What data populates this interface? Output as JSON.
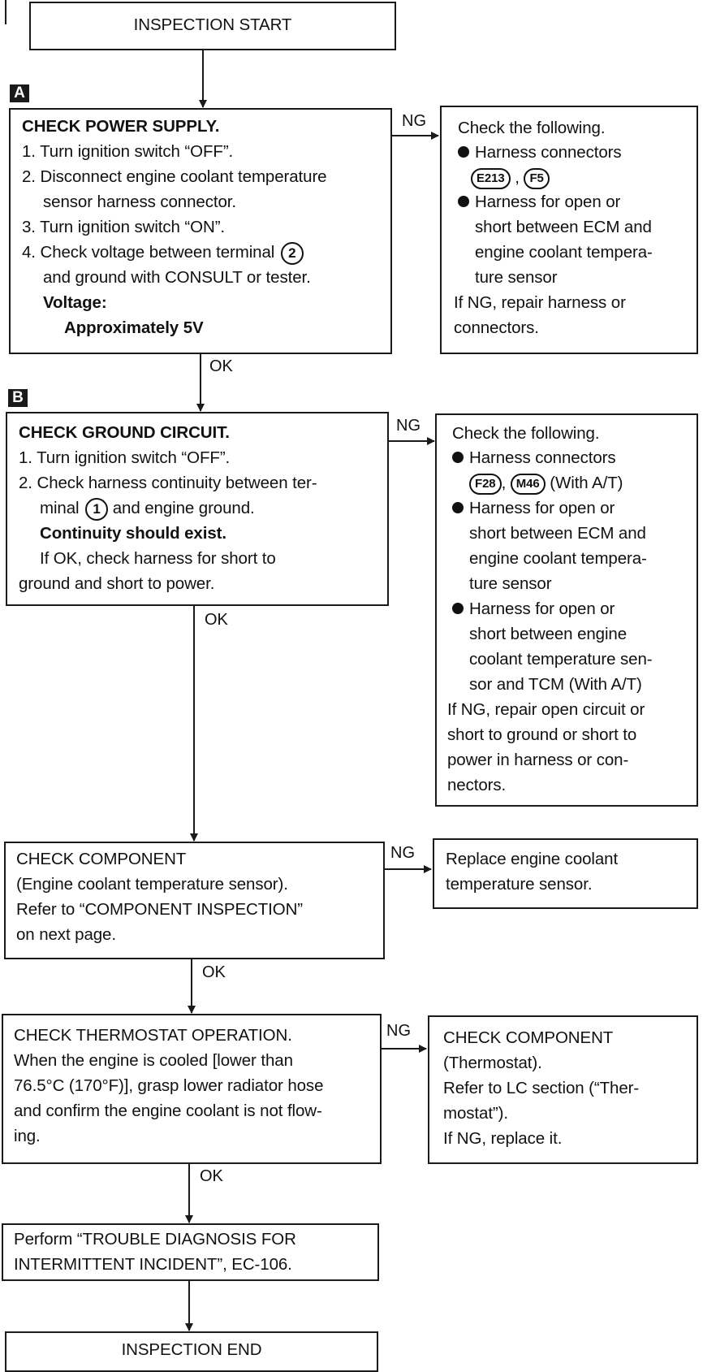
{
  "start": "INSPECTION START",
  "tag_a": "A",
  "tag_b": "B",
  "step_a": {
    "title": "CHECK POWER SUPPLY.",
    "l1": "1. Turn ignition switch “OFF”.",
    "l2": "2. Disconnect engine coolant temperature",
    "l3": "sensor harness connector.",
    "l4": "3. Turn ignition switch “ON”.",
    "l5": "4. Check voltage between terminal",
    "l5_terminal": "2",
    "l6": "and ground with CONSULT or tester.",
    "spec_label": "Voltage:",
    "spec_value": "Approximately 5V"
  },
  "ng_a": {
    "l1": "Check the following.",
    "item1": "Harness connectors",
    "conn1": "E213",
    "conn_sep": ",",
    "conn2": "F5",
    "item2a": "Harness for open or",
    "item2b": "short between ECM and",
    "item2c": "engine coolant tempera-",
    "item2d": "ture sensor",
    "l_end1": "If NG, repair harness or",
    "l_end2": "connectors."
  },
  "step_b": {
    "title": "CHECK GROUND CIRCUIT.",
    "l1": "1. Turn ignition switch “OFF”.",
    "l2": "2. Check harness continuity between ter-",
    "l3a": "minal",
    "l3_terminal": "1",
    "l3b": "and engine ground.",
    "spec": "Continuity should exist.",
    "l4": "If OK, check harness for short to",
    "l5": "ground and short to power."
  },
  "ng_b": {
    "l1": "Check the following.",
    "item1": "Harness connectors",
    "conn1": "F28",
    "conn2": "M46",
    "conn_note": "(With A/T)",
    "item2a": "Harness for open or",
    "item2b": "short between ECM and",
    "item2c": "engine coolant tempera-",
    "item2d": "ture sensor",
    "item3a": "Harness for open or",
    "item3b": "short between engine",
    "item3c": "coolant temperature sen-",
    "item3d": "sor and TCM (With A/T)",
    "l_end1": "If NG, repair open circuit or",
    "l_end2": "short to ground or short to",
    "l_end3": "power in harness or con-",
    "l_end4": "nectors."
  },
  "step_c": {
    "l1": "CHECK COMPONENT",
    "l2": "(Engine coolant temperature sensor).",
    "l3": "Refer to “COMPONENT INSPECTION”",
    "l4": "on next page."
  },
  "ng_c": {
    "l1": "Replace engine coolant",
    "l2": "temperature sensor."
  },
  "step_d": {
    "l1": "CHECK THERMOSTAT OPERATION.",
    "l2": "When the engine is cooled [lower than",
    "l3": "76.5°C (170°F)], grasp lower radiator hose",
    "l4": "and confirm the engine coolant is not flow-",
    "l5": "ing."
  },
  "ng_d": {
    "l1": "CHECK COMPONENT",
    "l2": "(Thermostat).",
    "l3": "Refer to LC section (“Ther-",
    "l4": "mostat”).",
    "l5": "If NG, replace it."
  },
  "step_e": {
    "l1": "Perform “TROUBLE DIAGNOSIS FOR",
    "l2": "INTERMITTENT INCIDENT”, EC-106."
  },
  "end": "INSPECTION END",
  "labels": {
    "ng": "NG",
    "ok": "OK"
  }
}
